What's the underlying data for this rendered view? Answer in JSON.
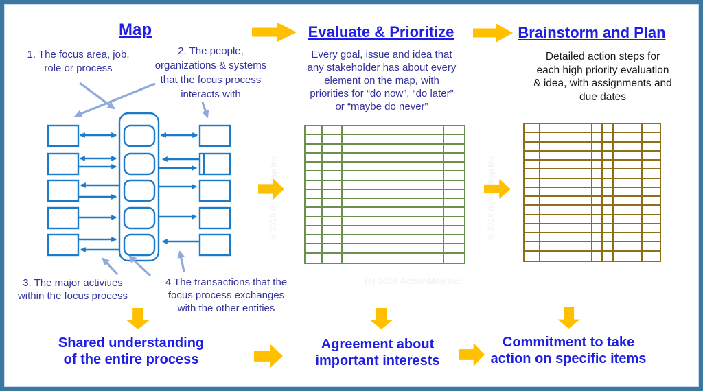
{
  "header": {
    "map_title": "Map",
    "evaluate_title": "Evaluate & Prioritize",
    "brainstorm_title": "Brainstorm and Plan"
  },
  "map_section": {
    "note1": "1. The focus area, job,\nrole or process",
    "note2": "2. The people,\norganizations & systems\nthat the focus process\ninteracts with",
    "note3": "3. The major activities\nwithin the focus process",
    "note4": "4 The transactions that the\nfocus process exchanges\nwith the other entities"
  },
  "evaluate_section": {
    "description": "Every goal, issue and idea that\nany stakeholder has about every\nelement on the map, with\npriorities for “do now”, “do later”\nor “maybe do never”"
  },
  "brainstorm_section": {
    "description": "Detailed action steps for\neach high priority evaluation\n& idea, with assignments and\ndue dates"
  },
  "outcomes": {
    "map": "Shared understanding\nof the entire process",
    "evaluate": "Agreement about\nimportant interests",
    "brainstorm": "Commitment to take\naction on specific items"
  },
  "watermarks": {
    "horizontal": "(c) 2019 ActionMap Inc.",
    "vertical_left": "© 2018 ActionMap Inc",
    "vertical_right": "© 2018 ActionMap Inc"
  },
  "tables": {
    "evaluate": {
      "rows": 15,
      "columns": [
        25,
        30,
        150,
        30
      ],
      "border_color": "#69914C"
    },
    "plan": {
      "rows": 15,
      "columns": [
        23,
        78,
        15,
        17,
        43,
        25
      ],
      "border_color": "#8C6F16"
    }
  },
  "colors": {
    "frame_blue": "#3A78A3",
    "arrow_yellow": "#FFC000",
    "diagram_blue": "#1B7AC9",
    "annotation_arrow_blue": "#8FAADC",
    "heading_blue": "#1E1EE4",
    "body_indigo": "#33339E",
    "evaluate_grid_green": "#69914C",
    "plan_grid_gold": "#8C6F16"
  }
}
